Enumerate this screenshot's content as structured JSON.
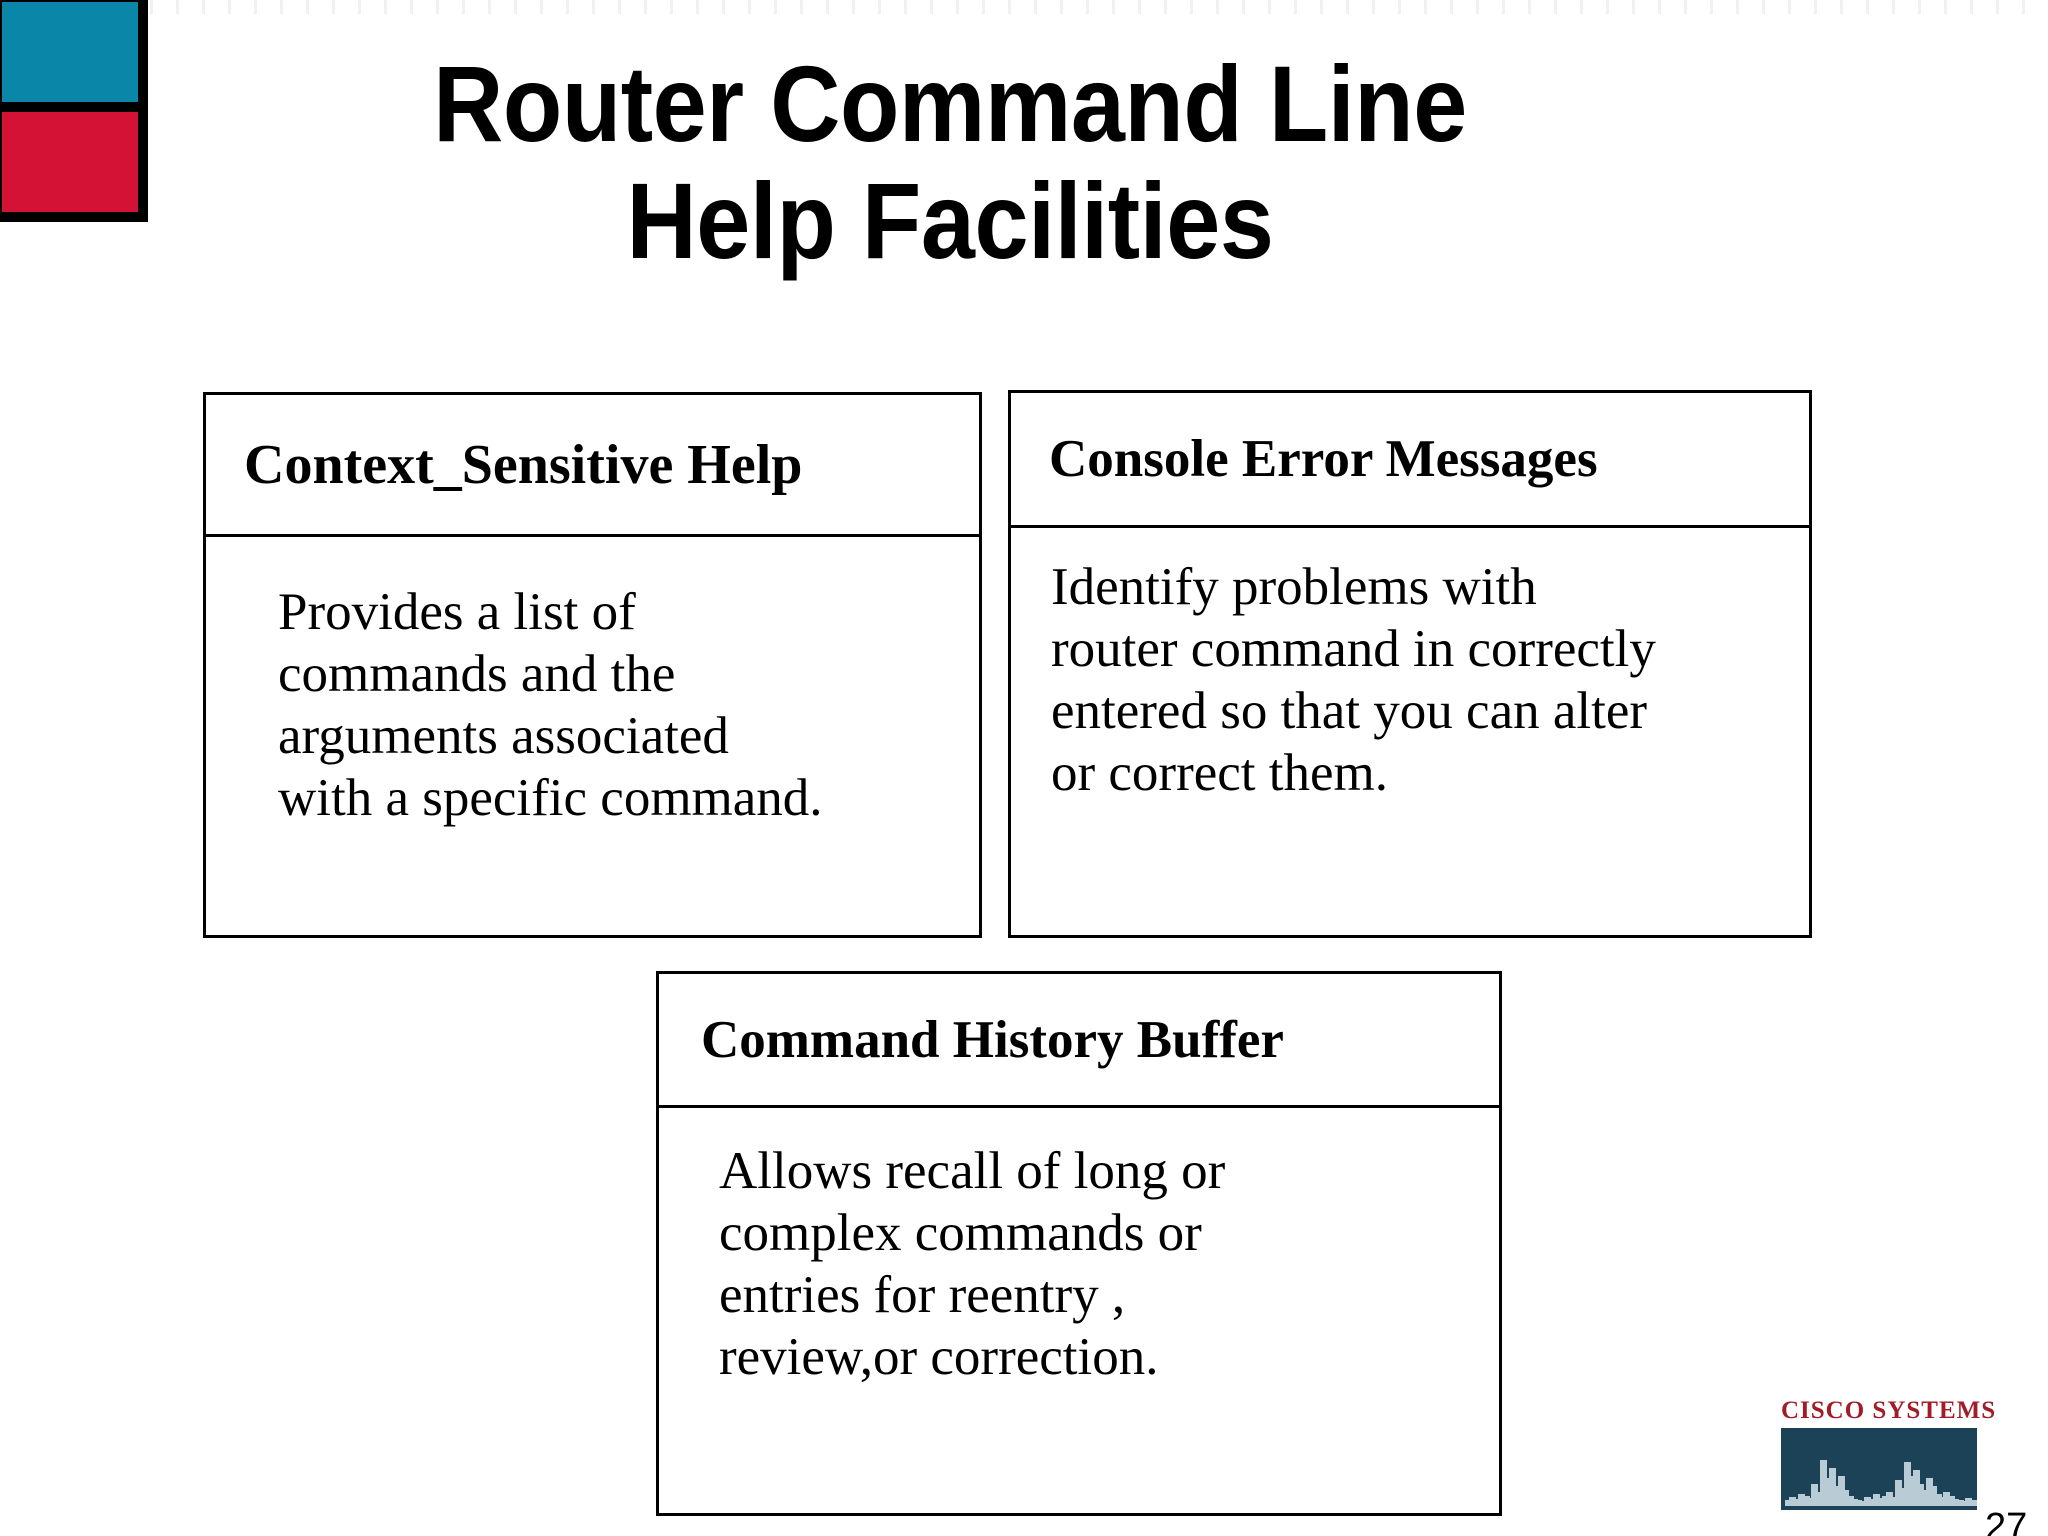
{
  "slide": {
    "title_line_1": "Router Command Line",
    "title_line_2": "Help Facilities",
    "page_number": "27"
  },
  "logo_mark": {
    "name": "corner-color-block",
    "top_color": "#0a87a8",
    "bottom_color": "#d31235",
    "border_color": "#000000"
  },
  "boxes": [
    {
      "id": "context-sensitive-help",
      "header": "Context_Sensitive Help",
      "body": "Provides a  list of\ncommands and the\narguments associated\nwith a specific command."
    },
    {
      "id": "console-error-messages",
      "header": "Console Error Messages",
      "body": "Identify problems with\nrouter command in correctly\nentered so that you can alter\nor correct them."
    },
    {
      "id": "command-history-buffer",
      "header": "Command History Buffer",
      "body": "Allows recall of long or\ncomplex commands or\nentries for reentry ,\nreview,or correction."
    }
  ],
  "cisco_logo": {
    "wordmark": "CISCO SYSTEMS",
    "wordmark_color": "#a21c28",
    "bridge_color": "#1c4257"
  }
}
